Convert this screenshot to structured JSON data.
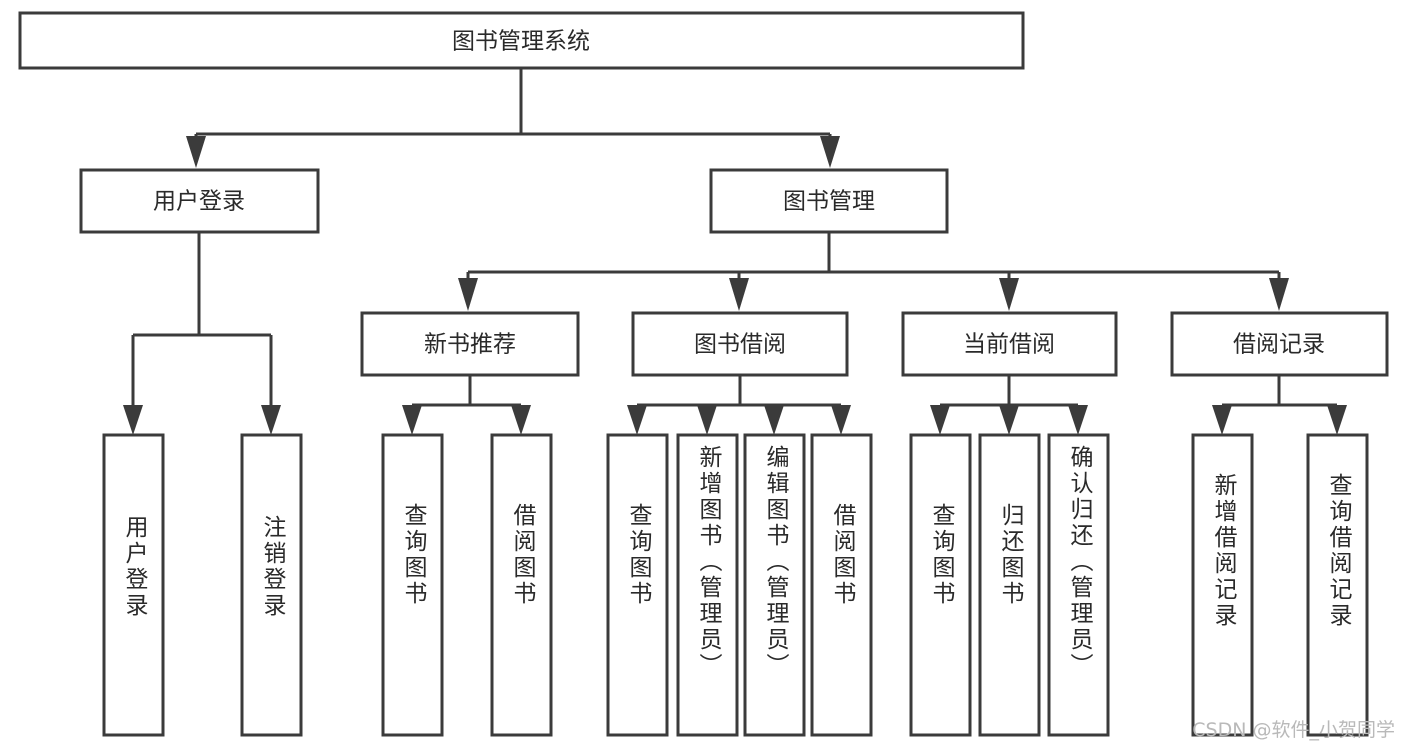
{
  "diagram": {
    "title": "图书管理系统",
    "type": "hierarchy-tree",
    "orientation": "top-down",
    "watermark": "CSDN @软件_小贺同学",
    "colors": {
      "box_stroke": "#3b3b3b",
      "box_fill": "#ffffff",
      "text": "#2a2a2a",
      "background": "#ffffff",
      "watermark": "#b9b9b9"
    },
    "root": {
      "label": "图书管理系统"
    },
    "level2": [
      {
        "label": "用户登录"
      },
      {
        "label": "图书管理"
      }
    ],
    "level3": [
      {
        "label": "新书推荐"
      },
      {
        "label": "图书借阅"
      },
      {
        "label": "当前借阅"
      },
      {
        "label": "借阅记录"
      }
    ],
    "leaves": {
      "user_login": [
        {
          "label": "用户登录"
        },
        {
          "label": "注销登录"
        }
      ],
      "new_book": [
        {
          "label": "查询图书"
        },
        {
          "label": "借阅图书"
        }
      ],
      "book_borrow": [
        {
          "label": "查询图书"
        },
        {
          "label": "新增图书（管理员）"
        },
        {
          "label": "编辑图书（管理员）"
        },
        {
          "label": "借阅图书"
        }
      ],
      "current_borrow": [
        {
          "label": "查询图书"
        },
        {
          "label": "归还图书"
        },
        {
          "label": "确认归还（管理员）"
        }
      ],
      "borrow_record": [
        {
          "label": "新增借阅记录"
        },
        {
          "label": "查询借阅记录"
        }
      ]
    }
  }
}
